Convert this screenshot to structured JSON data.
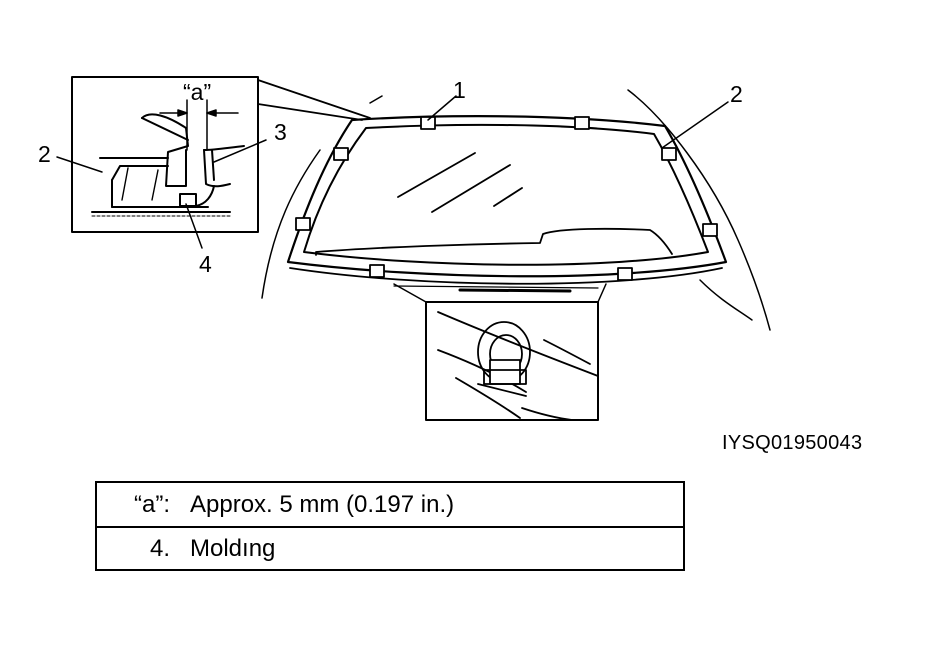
{
  "figure": {
    "code": "IYSQ01950043",
    "callouts": {
      "c1": "1",
      "c2_main": "2",
      "c2_detail": "2",
      "c3": "3",
      "c4": "4",
      "dim_a": "“a”"
    }
  },
  "legend": {
    "rows": [
      {
        "key": "“a”:",
        "text": "Approx. 5 mm (0.197 in.)"
      },
      {
        "key": "4.",
        "text": "Moldıng"
      }
    ]
  }
}
